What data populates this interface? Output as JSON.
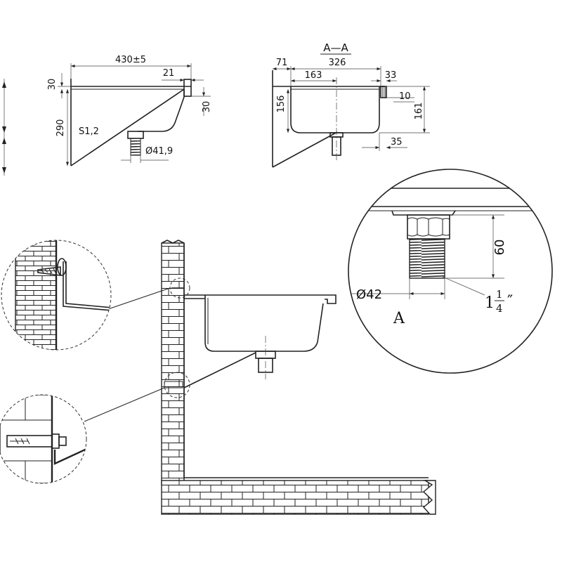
{
  "side_view": {
    "width_dim": "430±5",
    "top_offset_dim": "21",
    "rim_height_dim": "30",
    "right_rim_dim": "30",
    "height_dim": "290",
    "material": "S1,2",
    "outlet_dim": "Ø41,9"
  },
  "section_view": {
    "title": "A—A",
    "left_offset_dim": "71",
    "width_dim": "326",
    "center_dim": "163",
    "lip_dim": "33",
    "depth_dim": "156",
    "lip_height_dim": "10",
    "total_depth_dim": "161",
    "bottom_offset_dim": "35"
  },
  "detail_a": {
    "label": "A",
    "thread_length_dim": "60",
    "diameter_dim": "Ø42",
    "thread_whole": "1",
    "thread_num": "1",
    "thread_den": "4",
    "thread_unit": "″"
  }
}
